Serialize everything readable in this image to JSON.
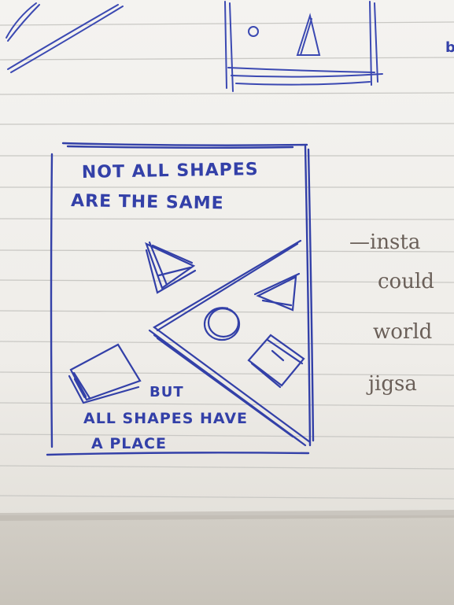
{
  "sketch": {
    "top_caption_line1": "NOT ALL SHAPES",
    "top_caption_line2": "ARE THE SAME",
    "bottom_caption_line1": "BUT",
    "bottom_caption_line2": "ALL SHAPES HAVE",
    "bottom_caption_line3": "A PLACE"
  },
  "margin_notes": {
    "line1": "—insta",
    "line2": "could",
    "line3": "world",
    "line4": "jigsa",
    "top_right_fragment": "b"
  },
  "colors": {
    "ink": "#3340a8",
    "pencil": "#6a5f58",
    "paper": "#f2f1ee",
    "rule": "#c9c8c4",
    "desk": "#cfcbc3"
  }
}
